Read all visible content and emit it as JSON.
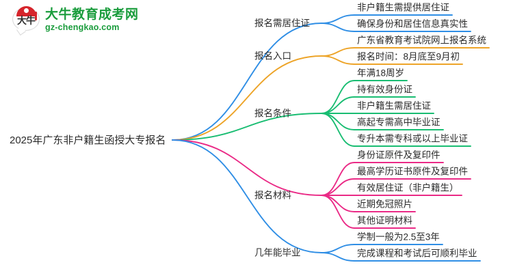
{
  "logo": {
    "name": "大牛教育成考网",
    "domain": "gz-chengkao.com",
    "glyph": "大牛",
    "brand_green": "#1a9c3c",
    "brand_red": "#d6242b"
  },
  "mindmap": {
    "root": {
      "label": "2025年广东非户籍生函授大专报名"
    },
    "branches": [
      {
        "label": "报名需居住证",
        "color": "#2f8ee5",
        "children": [
          {
            "label": "非户籍生需提供居住证"
          },
          {
            "label": "确保身份和居住信息真实性"
          }
        ]
      },
      {
        "label": "报名入口",
        "color": "#eda428",
        "children": [
          {
            "label": "广东省教育考试院网上报名系统"
          },
          {
            "label": "报名时间：8月底至9月初"
          }
        ]
      },
      {
        "label": "报名条件",
        "color": "#19bd72",
        "children": [
          {
            "label": "年满18周岁"
          },
          {
            "label": "持有效身份证"
          },
          {
            "label": "非户籍生需居住证"
          },
          {
            "label": "高起专需高中毕业证"
          },
          {
            "label": "专升本需专科或以上毕业证"
          }
        ]
      },
      {
        "label": "报名材料",
        "color": "#ea2a86",
        "children": [
          {
            "label": "身份证原件及复印件"
          },
          {
            "label": "最高学历证书原件及复印件"
          },
          {
            "label": "有效居住证（非户籍生）"
          },
          {
            "label": "近期免冠照片"
          },
          {
            "label": "其他证明材料"
          }
        ]
      },
      {
        "label": "几年能毕业",
        "color": "#2f8ee5",
        "children": [
          {
            "label": "学制一般为2.5至3年"
          },
          {
            "label": "完成课程和考试后可顺利毕业"
          }
        ]
      }
    ]
  }
}
